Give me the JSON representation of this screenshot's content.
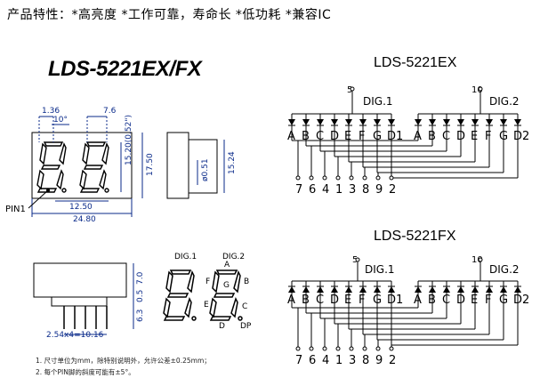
{
  "features": "产品特性：*高亮度 *工作可靠，寿命长 *低功耗 *兼容IC",
  "model_title": "LDS-5221EX/FX",
  "schematic_ex": {
    "title": "LDS-5221EX",
    "top_pin_1": "5",
    "top_pin_2": "10",
    "dig1": "DIG.1",
    "dig2": "DIG.2",
    "segments_1": [
      "A",
      "B",
      "C",
      "D",
      "E",
      "F",
      "G",
      "D1"
    ],
    "segments_2": [
      "A",
      "B",
      "C",
      "D",
      "E",
      "F",
      "G",
      "D2"
    ],
    "pins": [
      "7",
      "6",
      "4",
      "1",
      "3",
      "8",
      "9",
      "2"
    ]
  },
  "schematic_fx": {
    "title": "LDS-5221FX",
    "top_pin_1": "5",
    "top_pin_2": "10",
    "dig1": "DIG.1",
    "dig2": "DIG.2",
    "segments_1": [
      "A",
      "B",
      "C",
      "D",
      "E",
      "F",
      "G",
      "D1"
    ],
    "segments_2": [
      "A",
      "B",
      "C",
      "D",
      "E",
      "F",
      "G",
      "D2"
    ],
    "pins": [
      "7",
      "6",
      "4",
      "1",
      "3",
      "8",
      "9",
      "2"
    ]
  },
  "dimensions": {
    "d1": "1.36",
    "d2": "10°",
    "d3": "7.6",
    "d4": "15.20(0.52\")",
    "d5": "17.50",
    "d6": "ø0.51",
    "d7": "15.24",
    "d8": "12.50",
    "d9": "24.80",
    "pin1": "PIN1",
    "d10": "7.0",
    "d11": "0.5",
    "d12": "6.3",
    "d13": "2.54x4=10.16"
  },
  "segment_diagram": {
    "dig1": "DIG.1",
    "dig2": "DIG.2",
    "a": "A",
    "f": "F",
    "g": "G",
    "b": "B",
    "e": "E",
    "c": "C",
    "d": "D",
    "dp": "DP"
  },
  "notes": [
    "1. 尺寸单位为mm，除特别说明外，允许公差±0.25mm；",
    "2. 每个PIN脚的斜度可能有±5°。"
  ]
}
